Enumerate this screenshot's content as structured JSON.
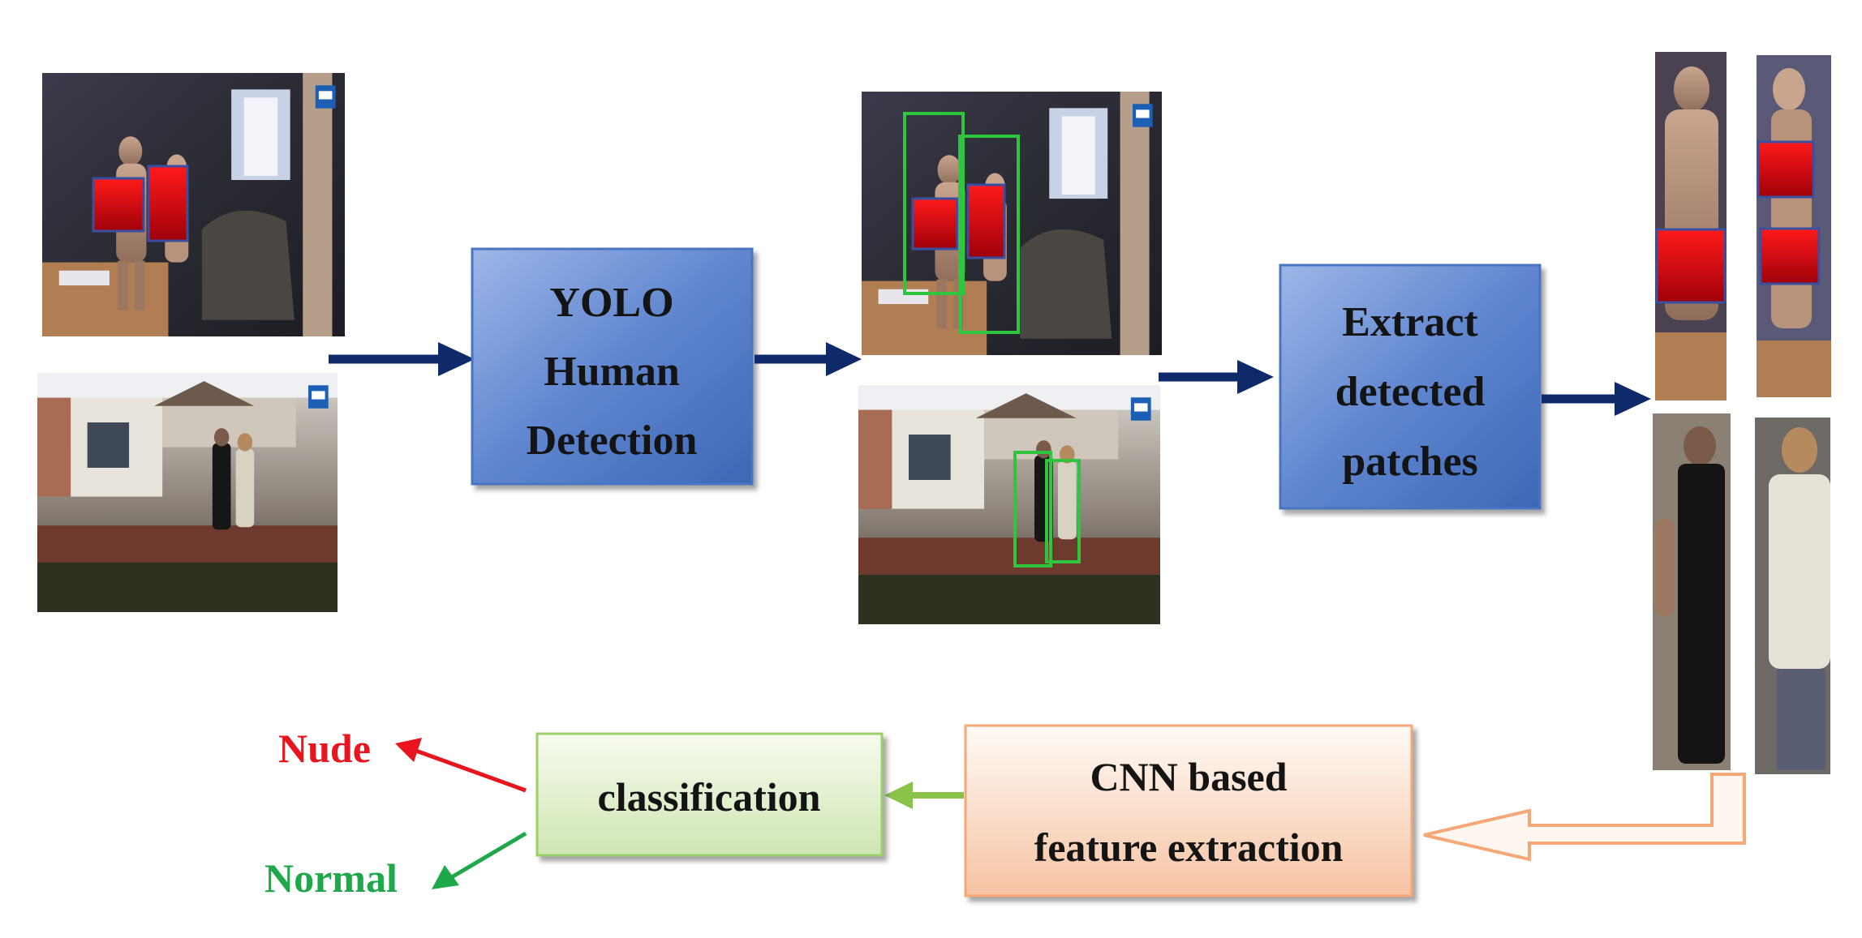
{
  "nodes": {
    "yolo": {
      "lines": [
        "YOLO",
        "Human",
        "Detection"
      ]
    },
    "extract": {
      "lines": [
        "Extract",
        "detected",
        "patches"
      ]
    },
    "cnn": {
      "lines": [
        "CNN based",
        "feature extraction"
      ]
    },
    "classification": {
      "lines": [
        "classification"
      ]
    }
  },
  "outputs": {
    "nude": "Nude",
    "normal": "Normal"
  },
  "colors": {
    "process_blue": "#5b82c9",
    "arrow_navy": "#0e2a6b",
    "nude_red": "#e8141e",
    "normal_green": "#1fa84a",
    "classification_green": "#8bc34a",
    "cnn_orange": "#f4a878",
    "detection_box": "#2fc53e",
    "mask_red": "#d10010"
  },
  "images": [
    {
      "name": "input-indoor-image",
      "content": "photo"
    },
    {
      "name": "input-outdoor-image",
      "content": "photo"
    },
    {
      "name": "detected-indoor-image",
      "content": "photo"
    },
    {
      "name": "detected-outdoor-image",
      "content": "photo"
    },
    {
      "name": "patch-1",
      "content": "photo"
    },
    {
      "name": "patch-2",
      "content": "photo"
    },
    {
      "name": "patch-3",
      "content": "photo"
    },
    {
      "name": "patch-4",
      "content": "photo"
    }
  ]
}
